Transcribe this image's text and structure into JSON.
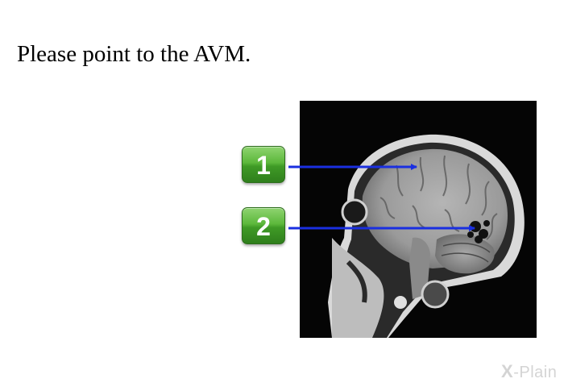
{
  "question": "Please point to the AVM.",
  "image": {
    "icon": "brain-mri-sagittal-image"
  },
  "choices": [
    {
      "label": "1",
      "target": "cerebral-cortex"
    },
    {
      "label": "2",
      "target": "avm-lesion"
    }
  ],
  "colors": {
    "button_green": "#4ea82f",
    "arrow_blue": "#1a2fe0"
  },
  "logo": {
    "mark": "X",
    "text": "-Plain"
  }
}
